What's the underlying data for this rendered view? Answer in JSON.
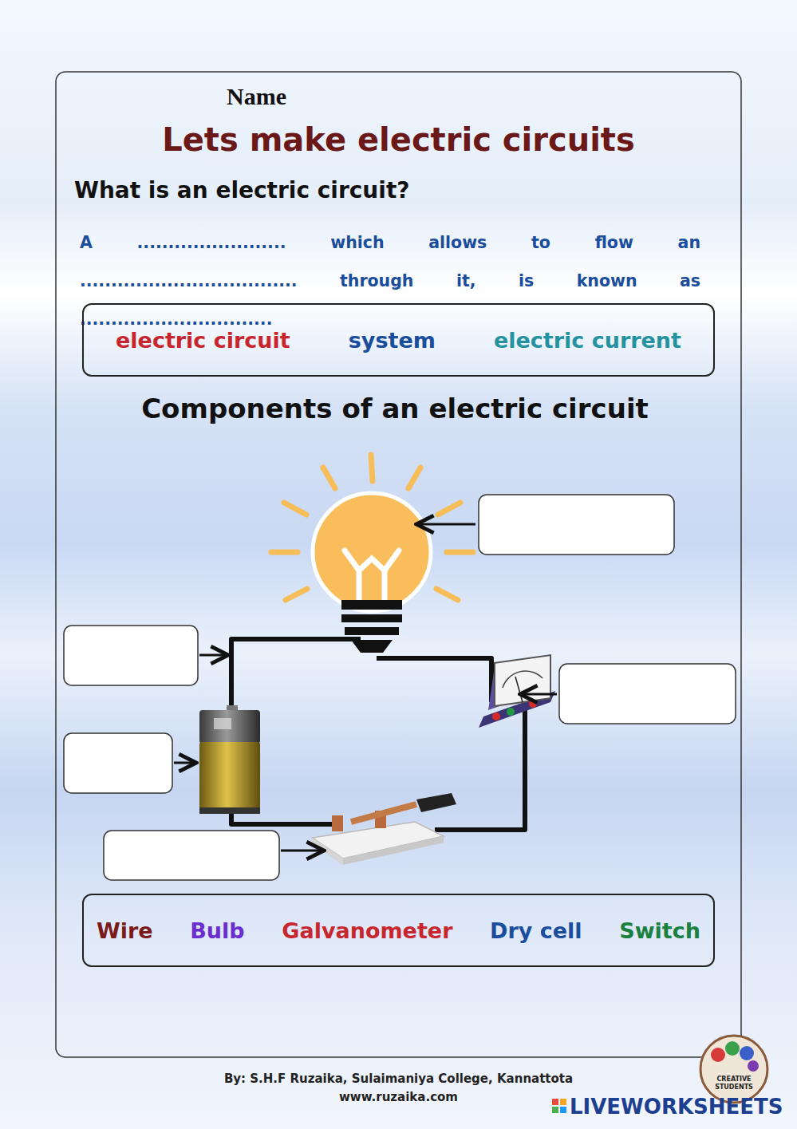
{
  "diagram": {
    "title": "Lets make electric circuits",
    "nodes": [
      {
        "text": [
          "electric circuit",
          "system",
          "electric current"
        ]
      },
      {
        "text": [
          "Wire",
          "Bulb",
          "Galvanometer",
          "Dry cell",
          "Switch"
        ]
      }
    ],
    "labels": [
      "Name",
      "What is an electric circuit?",
      "A ........................ which allows to flow an ................................... through it, is known as ...............................",
      "Components of an electric circuit",
      "By: S.H.F Ruzaika, Sulaimaniya College, Kannattota",
      "www.ruzaika.com",
      "CREATIVE",
      "STUDENTS",
      "LIVEWORKSHEETS"
    ]
  }
}
